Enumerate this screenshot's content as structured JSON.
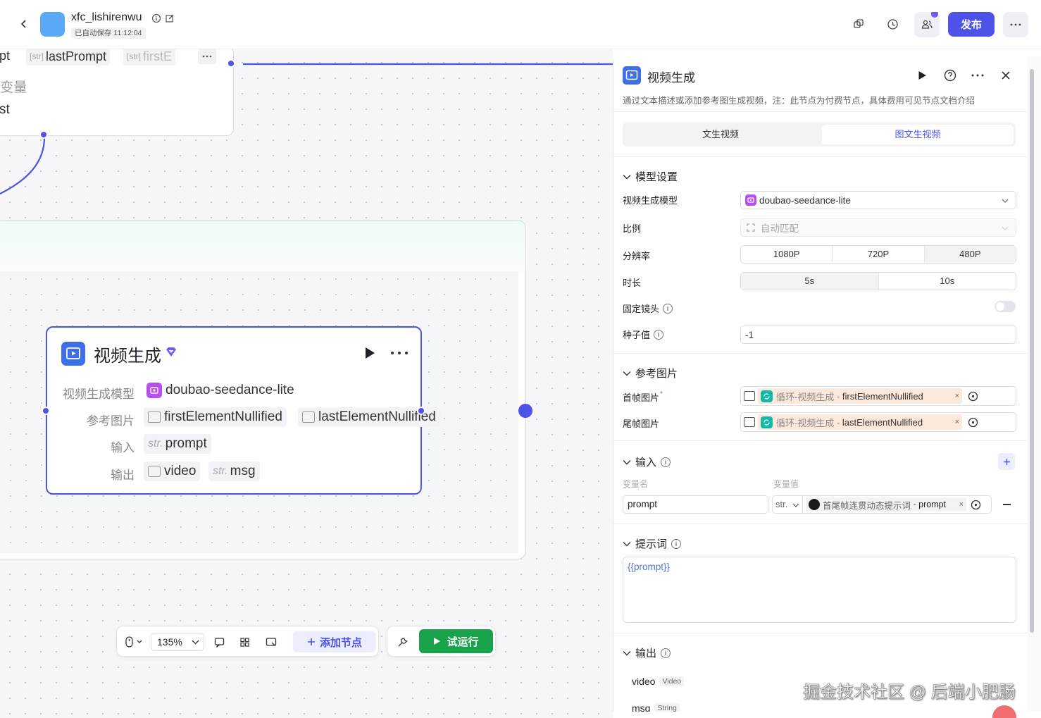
{
  "header": {
    "workflow_name": "xfc_lishirenwu",
    "save_status": "已自动保存 11:12:04",
    "publish_label": "发布"
  },
  "canvas": {
    "top_node": {
      "prev_label": "pt",
      "chip1_type": "[str]",
      "chip1_name": "lastPrompt",
      "chip2_type": "[str]",
      "chip2_name": "firstE",
      "row2": "]变量",
      "row3": "st"
    },
    "video_node": {
      "title": "视频生成",
      "model_label": "视频生成模型",
      "model_value": "doubao-seedance-lite",
      "ref_label": "参考图片",
      "ref_first": "firstElementNullified",
      "ref_last": "lastElementNullified",
      "input_label": "输入",
      "input_type": "str.",
      "input_name": "prompt",
      "output_label": "输出",
      "output1": "video",
      "output2_type": "str.",
      "output2": "msg"
    }
  },
  "toolbar": {
    "zoom": "135%",
    "add_node": "添加节点",
    "trial_run": "试运行"
  },
  "panel": {
    "title": "视频生成",
    "description": "通过文本描述或添加参考图生成视频，注：此节点为付费节点，具体费用可见节点文档介绍",
    "tabs": [
      {
        "label": "文生视频",
        "active": false
      },
      {
        "label": "图文生视频",
        "active": true
      }
    ],
    "model_section": {
      "title": "模型设置",
      "model_label": "视频生成模型",
      "model_value": "doubao-seedance-lite",
      "ratio_label": "比例",
      "ratio_value": "自动匹配",
      "resolution_label": "分辨率",
      "resolutions": [
        "1080P",
        "720P",
        "480P"
      ],
      "resolution_selected": "480P",
      "duration_label": "时长",
      "durations": [
        "5s",
        "10s"
      ],
      "duration_selected": "5s",
      "fixed_camera_label": "固定镜头",
      "fixed_camera_on": false,
      "seed_label": "种子值",
      "seed_value": "-1"
    },
    "ref_section": {
      "title": "参考图片",
      "first_label": "首帧图片",
      "first_required": "*",
      "first_source": "循环-视频生成",
      "first_sep": " - ",
      "first_var": "firstElementNullified",
      "last_label": "尾帧图片",
      "last_source": "循环-视频生成",
      "last_sep": " - ",
      "last_var": "lastElementNullified"
    },
    "input_section": {
      "title": "输入",
      "col_name": "变量名",
      "col_value": "变量值",
      "var_name": "prompt",
      "var_type": "str.",
      "ref_source": "首尾帧连贯动态提示词",
      "ref_sep": " - ",
      "ref_var": "prompt"
    },
    "prompt_section": {
      "title": "提示词",
      "content": "{{prompt}}"
    },
    "output_section": {
      "title": "输出",
      "items": [
        {
          "name": "video",
          "type": "Video"
        },
        {
          "name": "msg",
          "type": "String"
        }
      ]
    }
  },
  "watermark": "掘金技术社区 @ 后端小肥肠",
  "colors": {
    "accent": "#4d53e8",
    "run_green": "#16a34a",
    "ref_tag": "#fde8dc",
    "loop_icon": "#14b8a6",
    "node_icon": "#3f6fe8"
  }
}
